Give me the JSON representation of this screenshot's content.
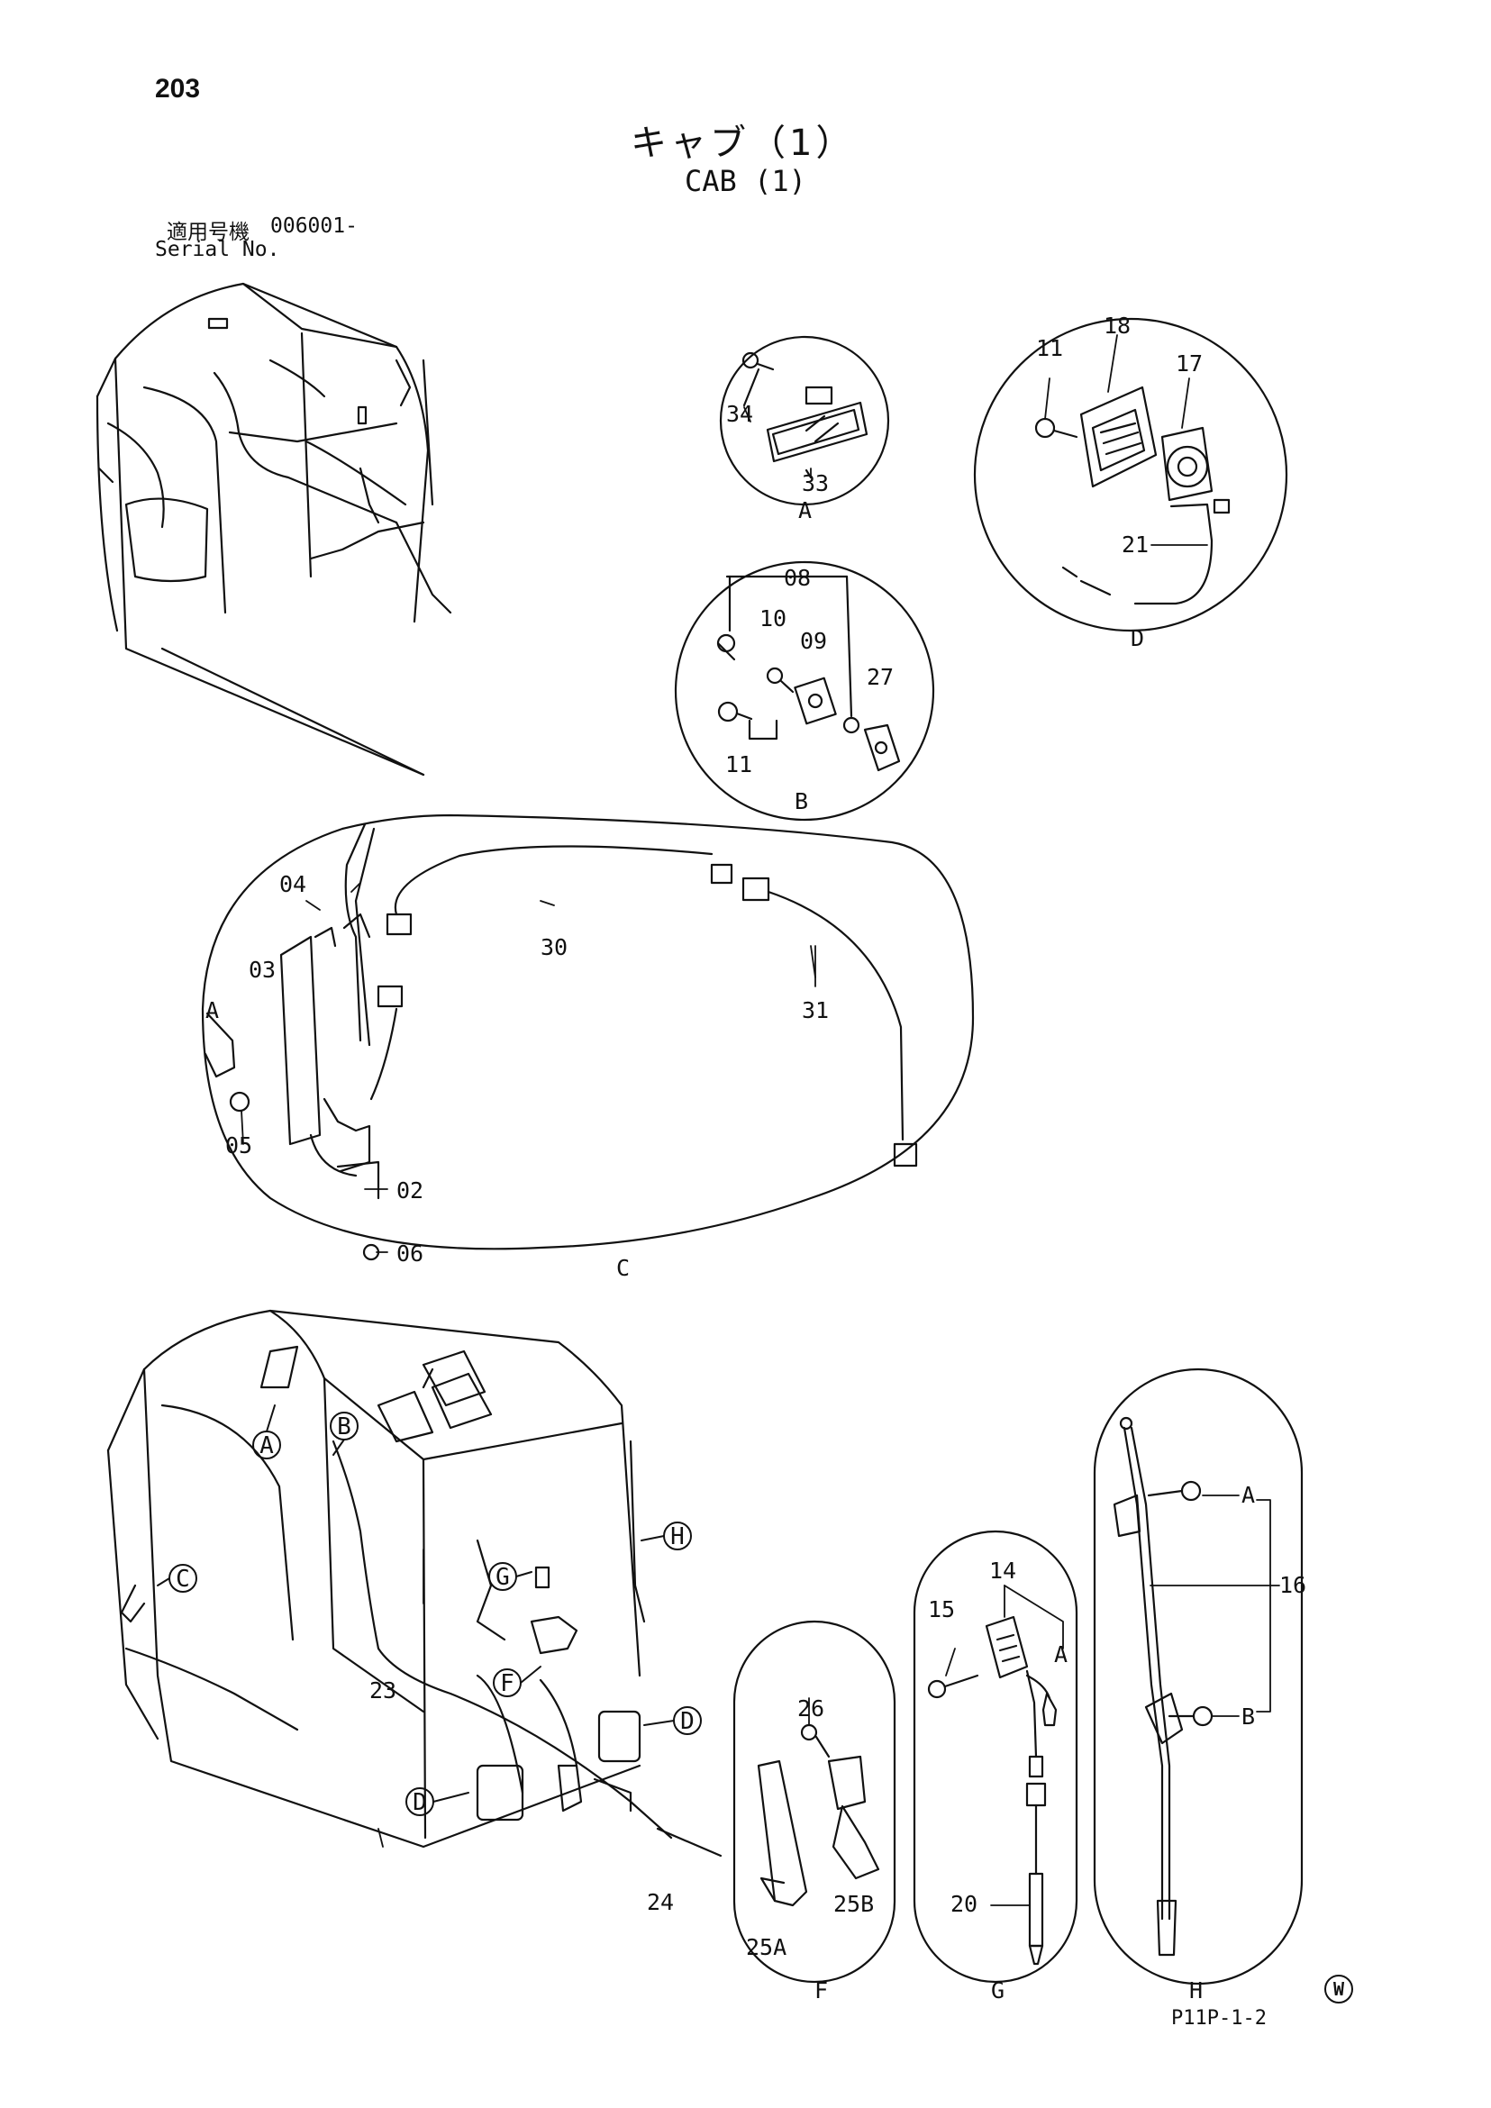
{
  "header": {
    "page_number": "203",
    "title_jp": "キャブ（1）",
    "title_en": "CAB (1)",
    "serial_label_jp": "適用号機",
    "serial_value": "006001-",
    "serial_label_en": "Serial No."
  },
  "footer": {
    "plate_code": "P11P-1-2",
    "watermark_symbol": "W"
  },
  "detail_views": {
    "A": {
      "letter": "A",
      "parts": [
        "34",
        "33"
      ]
    },
    "B": {
      "letter": "B",
      "parts": [
        "08",
        "10",
        "09",
        "27",
        "11"
      ]
    },
    "C": {
      "letter": "C",
      "parts": [
        "04",
        "03",
        "A",
        "05",
        "02",
        "06",
        "30",
        "31"
      ]
    },
    "D": {
      "letter": "D",
      "parts": [
        "11",
        "18",
        "17",
        "21"
      ]
    },
    "F": {
      "letter": "F",
      "parts": [
        "26",
        "25A",
        "25B"
      ]
    },
    "G": {
      "letter": "G",
      "parts": [
        "14",
        "15",
        "A",
        "20"
      ]
    },
    "H": {
      "letter": "H",
      "parts": [
        "A",
        "16",
        "B"
      ]
    }
  },
  "main_view": {
    "callouts": [
      "A",
      "B",
      "C",
      "D",
      "D",
      "F",
      "G",
      "H"
    ],
    "parts": [
      "23",
      "24"
    ]
  }
}
